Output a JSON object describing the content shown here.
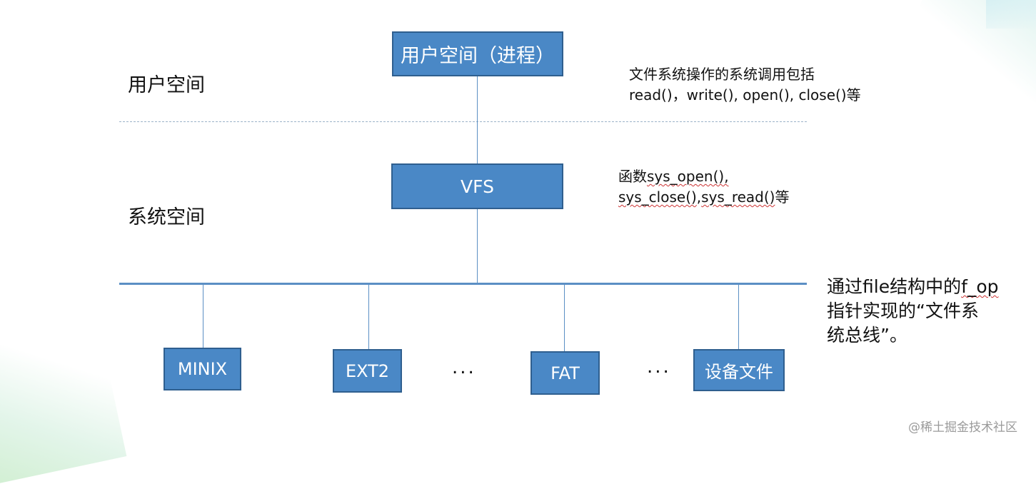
{
  "labels": {
    "user_space": "用户空间",
    "system_space": "系统空间"
  },
  "boxes": {
    "user_process": "用户空间（进程）",
    "vfs": "VFS",
    "minix": "MINIX",
    "ext2": "EXT2",
    "fat": "FAT",
    "device_file": "设备文件"
  },
  "ellipses": [
    "...",
    "..."
  ],
  "notes": {
    "syscall_line1": "文件系统操作的系统调用包括",
    "syscall_line2": "read()，write(), open(), close()等",
    "vfs_prefix": "函数",
    "vfs_line1_rest": "sys_open(),",
    "vfs_line2_a": "sys_close()",
    "vfs_line2_b": ",",
    "vfs_line2_c": "sys_read()",
    "vfs_line2_d": "等",
    "bus_line1_a": "通过file结构中的",
    "bus_line1_b": "f_op",
    "bus_line2": "指针实现的“文件系",
    "bus_line3": "统总线”。"
  },
  "watermark": "@稀土掘金技术社区",
  "colors": {
    "box_fill": "#4a88c6",
    "box_border": "#2f5f8f",
    "line": "#5b8fc4"
  }
}
